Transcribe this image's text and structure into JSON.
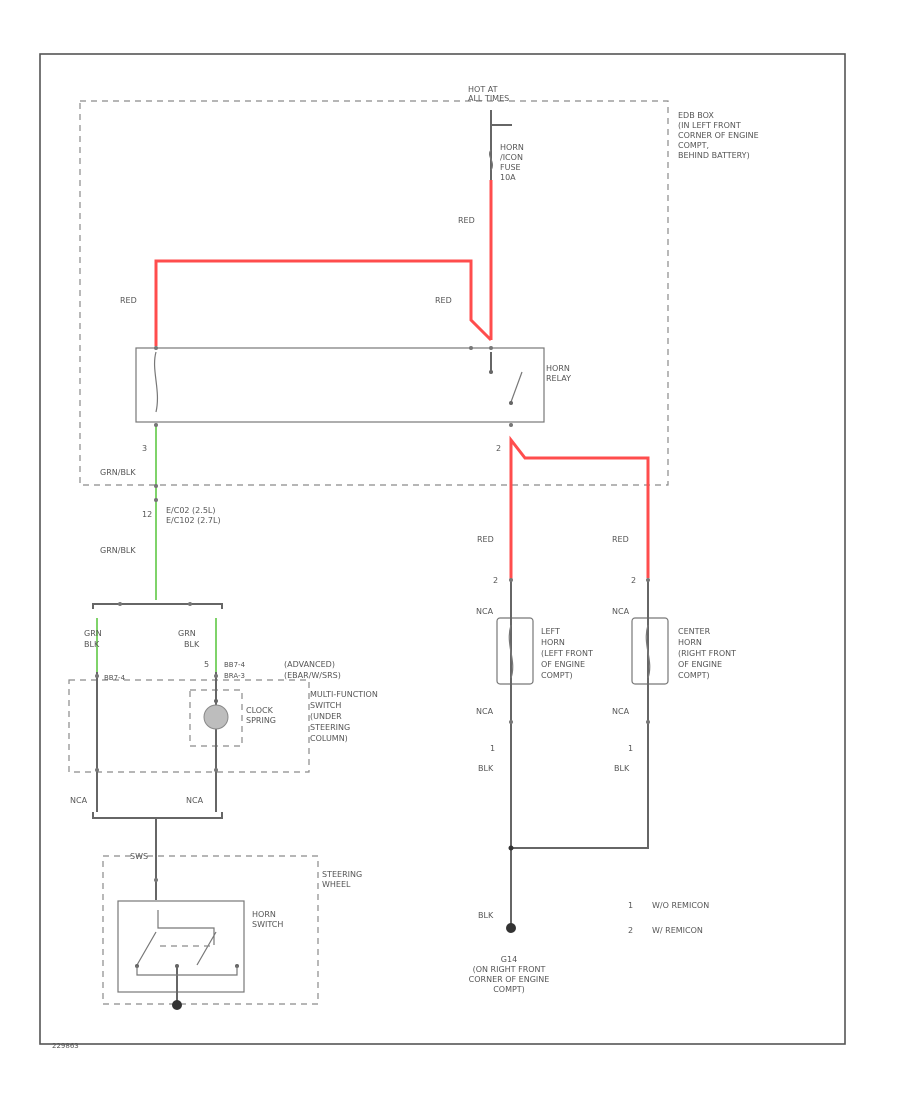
{
  "colors": {
    "red": "#ff4d4d",
    "green": "#7fd36a",
    "gray": "#666666"
  },
  "labels": {
    "hot_at_all_times": [
      "HOT AT",
      "ALL TIMES"
    ],
    "fuse": [
      "HORN",
      "/ICON",
      "FUSE",
      "10A"
    ],
    "edb_box": [
      "EDB BOX",
      "(IN LEFT FRONT",
      "CORNER OF ENGINE",
      "COMPT,",
      "BEHIND BATTERY)"
    ],
    "horn_relay": [
      "HORN",
      "RELAY"
    ],
    "wire_red": "RED",
    "wire_grn_blk": "GRN/BLK",
    "wire_grn": "GRN",
    "wire_blk": "BLK",
    "nca": "NCA",
    "pin_1": "1",
    "pin_2": "2",
    "pin_3": "3",
    "pin_5": "5",
    "pin_12": "12",
    "connector_c1": [
      "E/C02  (2.5L)",
      "E/C102 (2.7L)"
    ],
    "c1_pin_a": "BB7-4",
    "c1_pin_b": "BB7-4",
    "c1_pin_c": "BRA-3",
    "advanced_text": [
      "(ADVANCED)",
      "(EBAR/W/SRS)"
    ],
    "multifunction_switch": [
      "MULTI-FUNCTION",
      "SWITCH",
      "(UNDER",
      "STEERING",
      "COLUMN)"
    ],
    "clock_spring": [
      "CLOCK",
      "SPRING"
    ],
    "steering_wheel": [
      "STEERING",
      "WHEEL"
    ],
    "horn_switch": [
      "HORN",
      "SWITCH"
    ],
    "sws": "SWS",
    "left_horn": [
      "LEFT",
      "HORN",
      "(LEFT FRONT",
      "OF ENGINE",
      "COMPT)"
    ],
    "center_horn": [
      "CENTER",
      "HORN",
      "(RIGHT FRONT",
      "OF ENGINE",
      "COMPT)"
    ],
    "ground": [
      "G14",
      "(ON RIGHT FRONT",
      "CORNER OF ENGINE",
      "COMPT)"
    ],
    "legend": [
      {
        "num": "1",
        "text": "W/O REMICON"
      },
      {
        "num": "2",
        "text": "W/ REMICON"
      }
    ],
    "corner_id": "229863"
  }
}
